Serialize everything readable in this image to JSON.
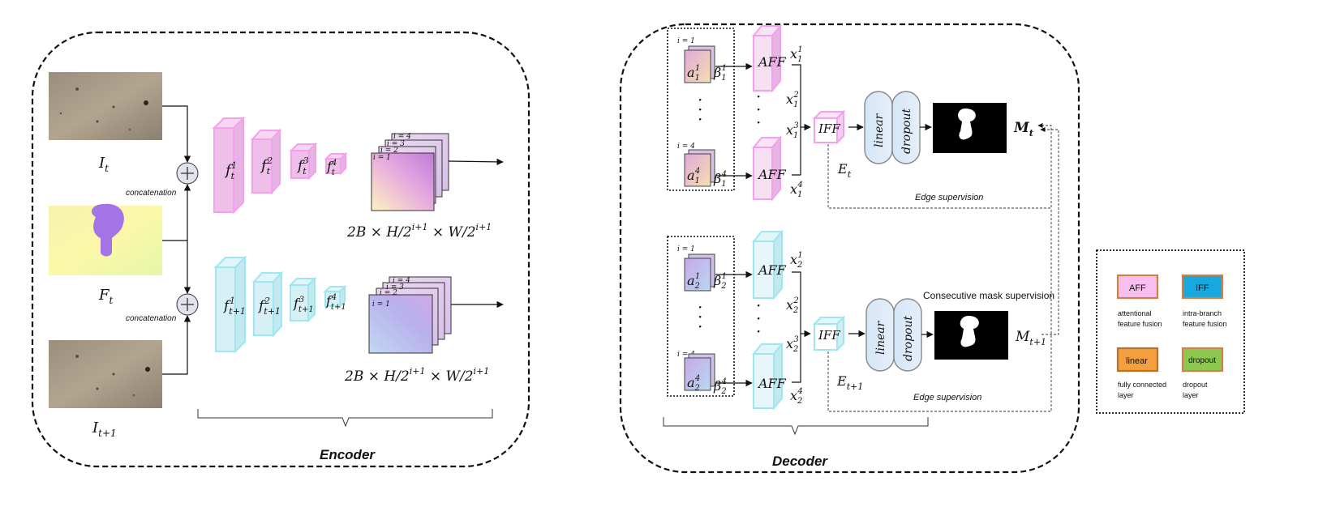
{
  "encoder": {
    "title": "Encoder",
    "input_top": "I",
    "input_top_sub": "t",
    "input_mid": "F",
    "input_mid_sub": "t",
    "input_bot": "I",
    "input_bot_sub": "t+1",
    "concat_label": "concatenation",
    "features_top": [
      {
        "base": "f",
        "sub": "t",
        "sup": "1"
      },
      {
        "base": "f",
        "sub": "t",
        "sup": "2"
      },
      {
        "base": "f",
        "sub": "t",
        "sup": "3"
      },
      {
        "base": "f",
        "sub": "t",
        "sup": "4"
      }
    ],
    "features_bot": [
      {
        "base": "f",
        "sub": "t+1",
        "sup": "1"
      },
      {
        "base": "f",
        "sub": "t+1",
        "sup": "2"
      },
      {
        "base": "f",
        "sub": "t+1",
        "sup": "3"
      },
      {
        "base": "f",
        "sub": "t+1",
        "sup": "4"
      }
    ],
    "stack_labels": [
      "i = 4",
      "i = 3",
      "i = 2",
      "i = 1"
    ],
    "shape_label": "2B × H/2",
    "shape_exp": "i+1",
    "shape_mid": " × W/2",
    "shape_exp2": "i+1",
    "colors": {
      "pink": "#f0a0e8",
      "cyan": "#9ee6f0"
    }
  },
  "decoder": {
    "title": "Decoder",
    "top": {
      "i_first": "i = 1",
      "i_last": "i = 4",
      "a_first": {
        "base": "a",
        "sub": "1",
        "sup": "1"
      },
      "a_last": {
        "base": "a",
        "sub": "1",
        "sup": "4"
      },
      "beta_first": {
        "base": "β",
        "sub": "1",
        "sup": "1"
      },
      "beta_last": {
        "base": "β",
        "sub": "1",
        "sup": "4"
      },
      "aff": "AFF",
      "x": [
        {
          "base": "x",
          "sub": "1",
          "sup": "1"
        },
        {
          "base": "x",
          "sub": "1",
          "sup": "2"
        },
        {
          "base": "x",
          "sub": "1",
          "sup": "3"
        },
        {
          "base": "x",
          "sub": "1",
          "sup": "4"
        }
      ],
      "iff": "IFF",
      "e_label": "E",
      "e_sub": "t",
      "linear": "linear",
      "dropout": "dropout",
      "m_label": "M",
      "m_sub": "t",
      "edge_sup": "Edge supervision"
    },
    "bottom": {
      "i_first": "i = 1",
      "i_last": "i = 4",
      "a_first": {
        "base": "a",
        "sub": "2",
        "sup": "1"
      },
      "a_last": {
        "base": "a",
        "sub": "2",
        "sup": "4"
      },
      "beta_first": {
        "base": "β",
        "sub": "2",
        "sup": "1"
      },
      "beta_last": {
        "base": "β",
        "sub": "2",
        "sup": "4"
      },
      "aff": "AFF",
      "x": [
        {
          "base": "x",
          "sub": "2",
          "sup": "1"
        },
        {
          "base": "x",
          "sub": "2",
          "sup": "2"
        },
        {
          "base": "x",
          "sub": "2",
          "sup": "3"
        },
        {
          "base": "x",
          "sub": "2",
          "sup": "4"
        }
      ],
      "iff": "IFF",
      "e_label": "E",
      "e_sub": "t+1",
      "linear": "linear",
      "dropout": "dropout",
      "m_label": "M",
      "m_sub": "t+1",
      "edge_sup": "Edge supervision"
    },
    "consecutive": "Consecutive mask supervision",
    "dots": "·"
  },
  "legend": {
    "items": [
      {
        "key": "AFF",
        "desc1": "attentional",
        "desc2": "feature fusion",
        "fill": "#f6bff0",
        "border": "#d08040"
      },
      {
        "key": "IFF",
        "desc1": "intra-branch",
        "desc2": "feature fusion",
        "fill": "#18a8e0",
        "border": "#d08040"
      },
      {
        "key": "linear",
        "desc1": "fully connected",
        "desc2": "layer",
        "fill": "#f4a040",
        "border": "#c07020"
      },
      {
        "key": "dropout",
        "desc1": "dropout",
        "desc2": "layer",
        "fill": "#8cc850",
        "border": "#d08040"
      }
    ]
  }
}
